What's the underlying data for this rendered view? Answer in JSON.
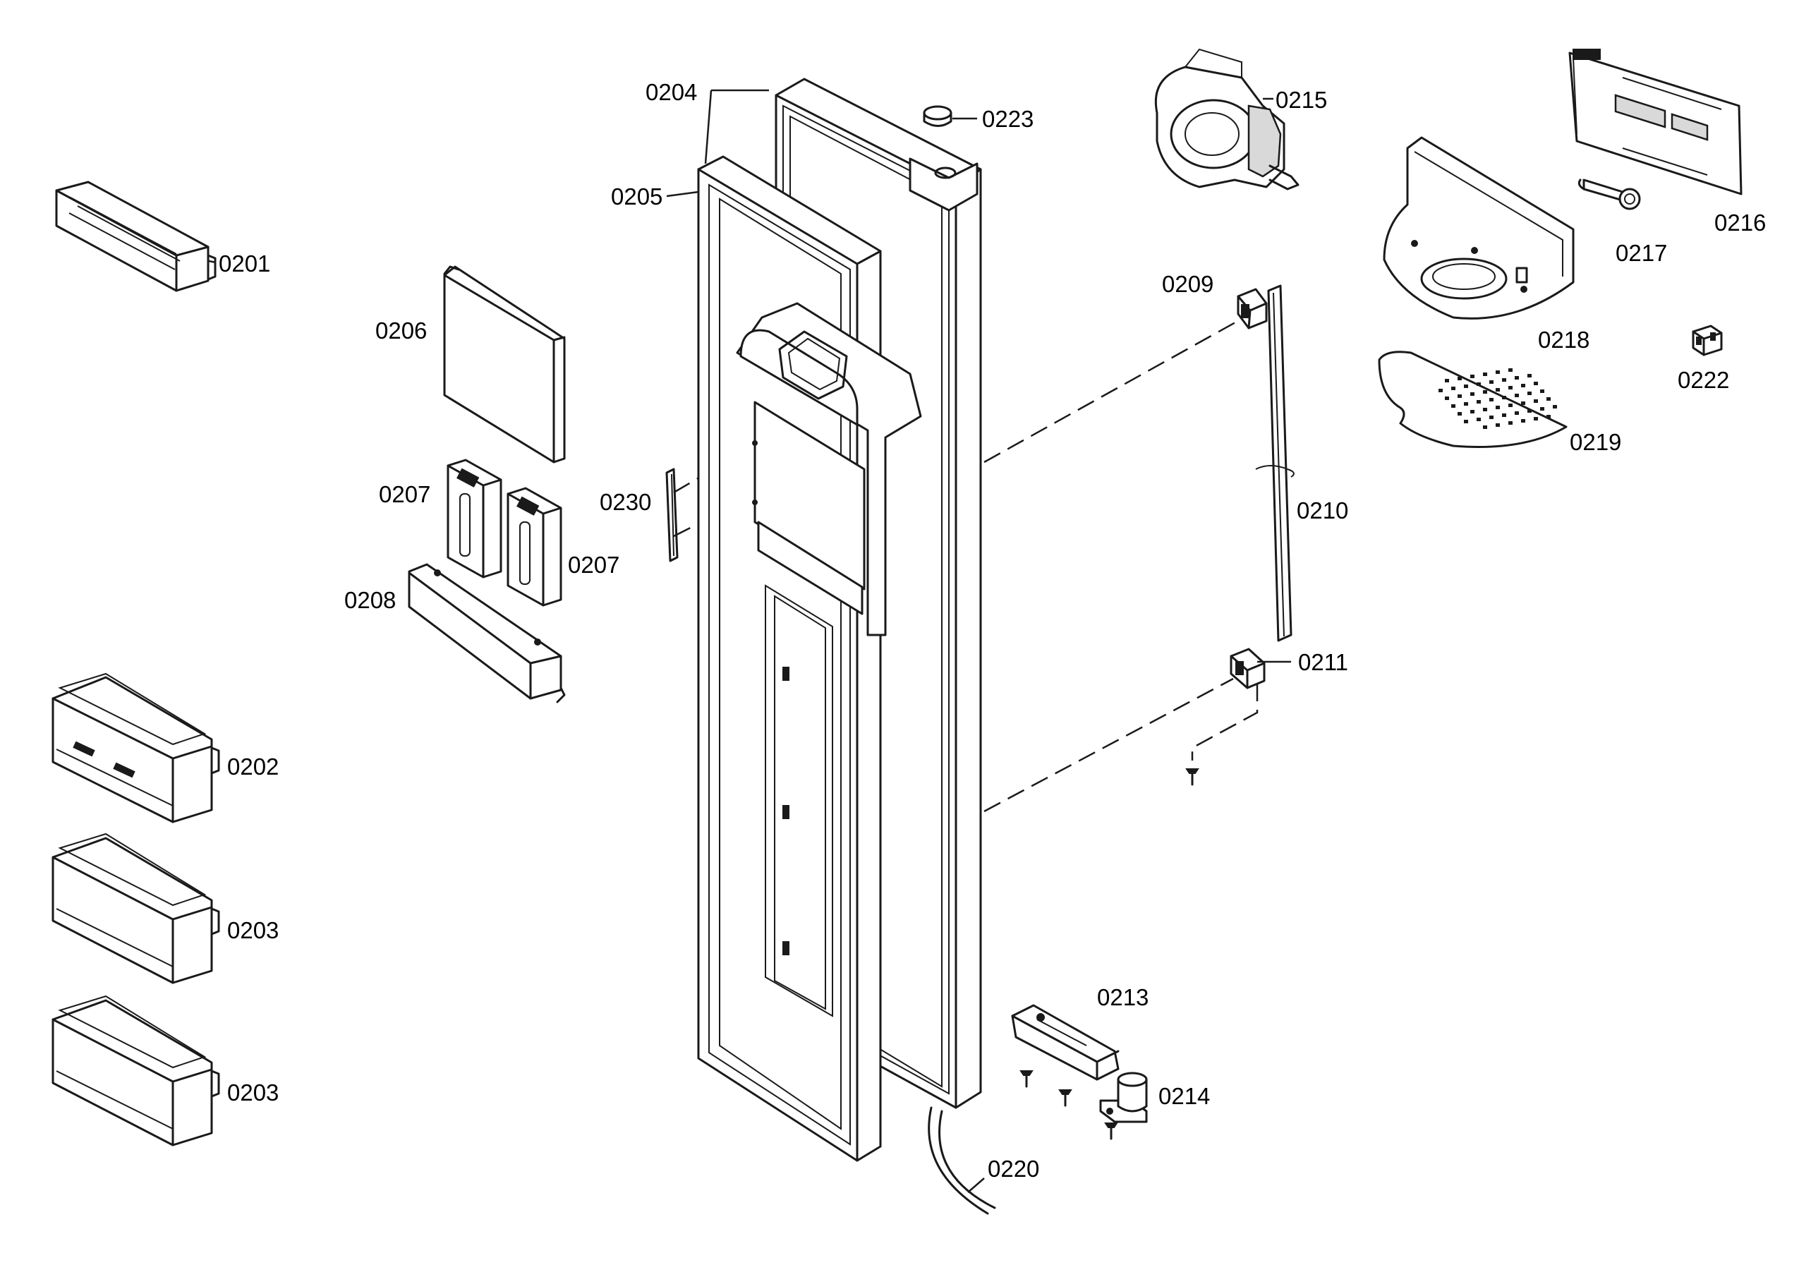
{
  "labels": {
    "p0201": "0201",
    "p0202": "0202",
    "p0203a": "0203",
    "p0203b": "0203",
    "p0204": "0204",
    "p0205": "0205",
    "p0206": "0206",
    "p0207a": "0207",
    "p0207b": "0207",
    "p0208": "0208",
    "p0209": "0209",
    "p0210": "0210",
    "p0211": "0211",
    "p0213": "0213",
    "p0214": "0214",
    "p0215": "0215",
    "p0216": "0216",
    "p0217": "0217",
    "p0218": "0218",
    "p0219": "0219",
    "p0220": "0220",
    "p0222": "0222",
    "p0223": "0223",
    "p0230": "0230"
  }
}
